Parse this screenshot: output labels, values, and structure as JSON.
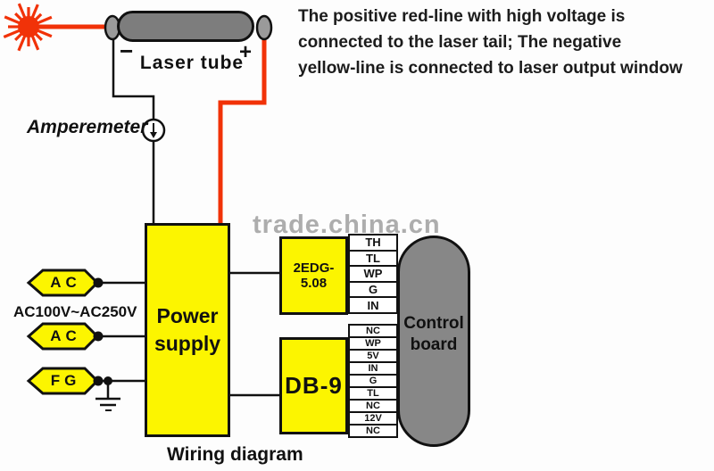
{
  "note": {
    "line1": "The positive red-line with high voltage is",
    "line2": "connected to the laser tail; The negative",
    "line3": "yellow-line is connected to laser output window"
  },
  "laser_tube": {
    "label": "Laser tube",
    "negative": "−",
    "positive": "+"
  },
  "amperemeter": {
    "label": "Amperemeter"
  },
  "watermark": {
    "text": "trade.china.cn"
  },
  "power_supply": {
    "line1": "Power",
    "line2": "supply"
  },
  "inputs": {
    "ac_top": "AC",
    "ac_bottom": "AC",
    "fg": "FG",
    "voltage_range": "AC100V~AC250V"
  },
  "edg_connector": {
    "label": "2EDG-5.08",
    "pins": [
      "TH",
      "TL",
      "WP",
      "G",
      "IN"
    ]
  },
  "db9_connector": {
    "label": "DB-9",
    "pins": [
      "NC",
      "WP",
      "5V",
      "IN",
      "G",
      "TL",
      "NC",
      "12V",
      "NC"
    ]
  },
  "control_board": {
    "line1": "Control",
    "line2": "board"
  },
  "caption": "Wiring diagram",
  "colors": {
    "accent_yellow": "#fcf500",
    "wire_red": "#f13208",
    "tube_gray": "#7d7d7d",
    "board_gray": "#878787",
    "wire_black": "#111111"
  }
}
